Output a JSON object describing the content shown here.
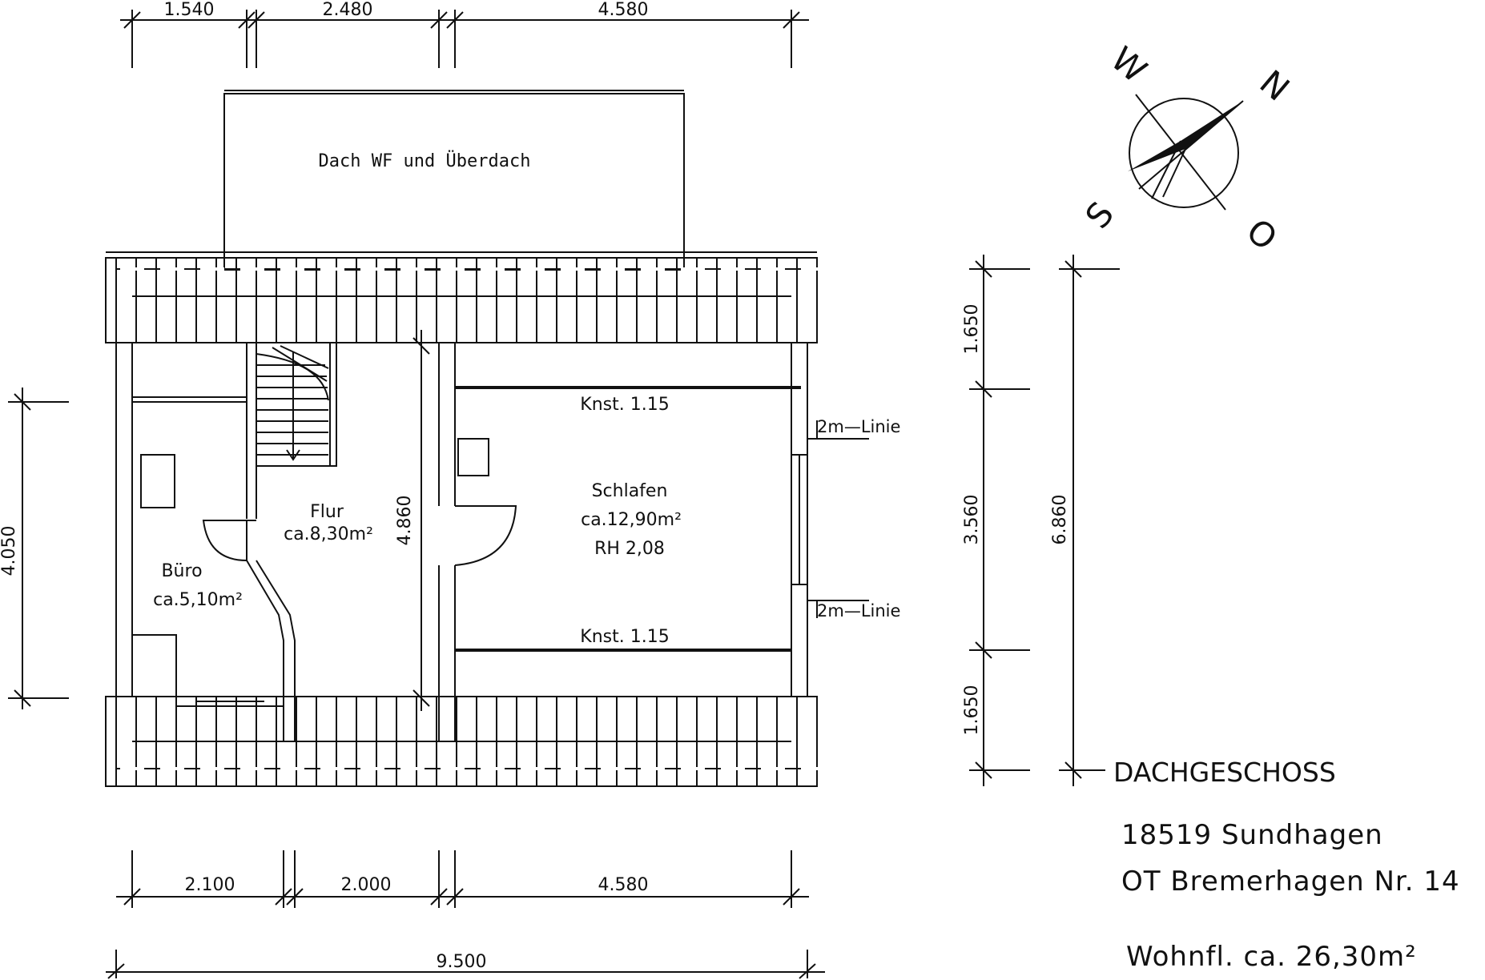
{
  "labels": {
    "roof_title": "Dach WF und Überdach",
    "knst_top": "Knst. 1.15",
    "knst_bottom": "Knst. 1.15",
    "line_2m_top": "2m—Linie",
    "line_2m_bottom": "2m—Linie"
  },
  "rooms": {
    "flur": {
      "name": "Flur",
      "area": "ca.8,30m²"
    },
    "buero": {
      "name": "Büro",
      "area": "ca.5,10m²"
    },
    "schlafen": {
      "name": "Schlafen",
      "area": "ca.12,90m²",
      "height": "RH 2,08"
    }
  },
  "dimensions": {
    "top": [
      "1.540",
      "2.480",
      "4.580"
    ],
    "bottom": [
      "2.100",
      "2.000",
      "4.580"
    ],
    "total_width": "9.500",
    "left": "4.050",
    "inner": "4.860",
    "right_segments": [
      "1.650",
      "3.560",
      "1.650"
    ],
    "right_total": "6.860"
  },
  "compass": {
    "north": "N",
    "south": "S",
    "west": "W",
    "east": "O"
  },
  "info": {
    "title": "DACHGESCHOSS",
    "address_line1": "18519 Sundhagen",
    "address_line2": "OT Bremerhagen Nr. 14",
    "living_area": "Wohnfl. ca. 26,30m²"
  }
}
